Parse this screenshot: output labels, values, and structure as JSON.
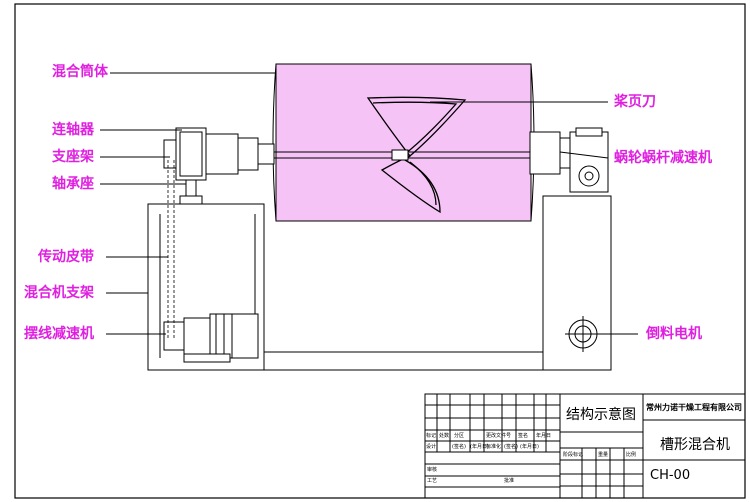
{
  "colors": {
    "label": "#e020e0",
    "body": "#f4bff4",
    "line": "#000000",
    "frame": "#000000"
  },
  "labels": {
    "mixing_drum": "混合筒体",
    "paddle_blade": "桨页刀",
    "coupling": "连轴器",
    "worm_reducer": "蜗轮蜗杆减速机",
    "bearing_bracket": "支座架",
    "bearing_seat": "轴承座",
    "drive_belt": "传动皮带",
    "mixer_frame": "混合机支架",
    "cycloid_reducer": "摆线减速机",
    "tipping_motor": "倒料电机"
  },
  "title_block": {
    "diagram_name": "结构示意图",
    "company": "常州力诺干燥工程有限公司",
    "product": "槽形混合机",
    "drawing_no": "CH-00",
    "header_labels": [
      "标记",
      "处数",
      "分区",
      "更改文件号",
      "签名",
      "年月日"
    ],
    "row2_labels": [
      "设计",
      "(签名)",
      "(年月日)",
      "标准化",
      "(签名)",
      "(年月日)"
    ],
    "stage_labels": [
      "阶段标记",
      "重量",
      "比例"
    ],
    "row_review": "审核",
    "row_process": "工艺",
    "row_approve": "批准"
  }
}
